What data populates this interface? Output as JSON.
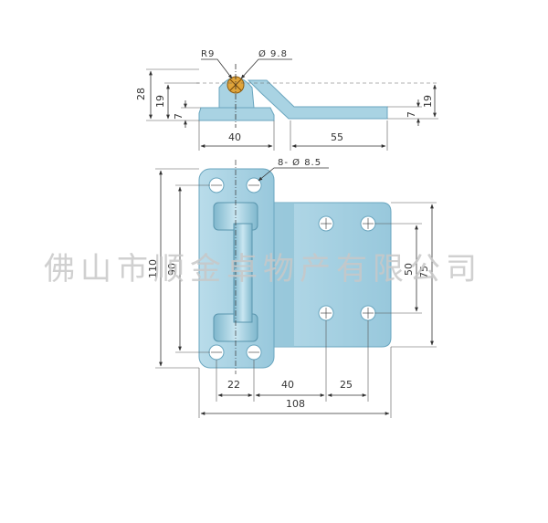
{
  "top_view": {
    "radius_label": "R9",
    "pin_diameter_label": "Ø 9.8",
    "height_28": "28",
    "height_19_left": "19",
    "height_7_left": "7",
    "height_19_right": "19",
    "height_7_right": "7",
    "width_40": "40",
    "width_55": "55"
  },
  "front_view": {
    "hole_label": "8- Ø 8.5",
    "height_110": "110",
    "height_90": "90",
    "spacing_50": "50",
    "spacing_75": "75",
    "width_22": "22",
    "width_40": "40",
    "width_25": "25",
    "width_108": "108"
  },
  "watermark": "佛山市顺金卓物产有限公司",
  "colors": {
    "part_fill": "#a9d3e3",
    "part_edge": "#6aa6bf",
    "pin_fill": "#e0a43a",
    "line": "#333333"
  }
}
